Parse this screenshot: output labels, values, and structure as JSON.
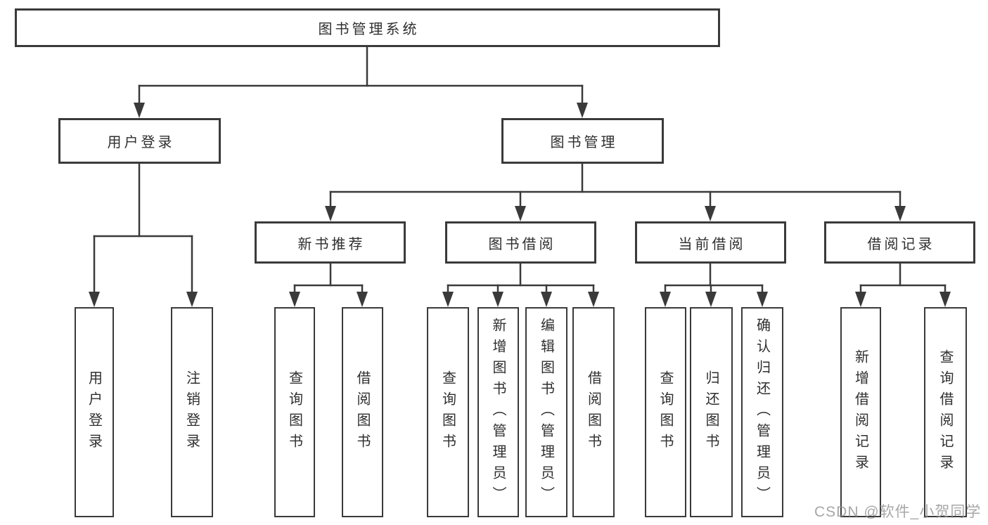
{
  "diagram": {
    "title": "图书管理系统",
    "type": "functional-structure-tree"
  },
  "nodes": {
    "root": {
      "label": "图书管理系统"
    },
    "user_login": {
      "label": "用户登录"
    },
    "book_mgmt": {
      "label": "图书管理"
    },
    "new_book_rec": {
      "label": "新书推荐"
    },
    "book_borrow": {
      "label": "图书借阅"
    },
    "current_borrow": {
      "label": "当前借阅"
    },
    "borrow_records": {
      "label": "借阅记录"
    }
  },
  "leaves": {
    "user_login_child": {
      "label": "用户登录"
    },
    "logout": {
      "label": "注销登录"
    },
    "rec_query_books": {
      "label": "查询图书"
    },
    "rec_borrow_books": {
      "label": "借阅图书"
    },
    "borrow_query_books": {
      "label": "查询图书"
    },
    "borrow_add_books": {
      "label": "新增图书（管理员）"
    },
    "borrow_edit_books": {
      "label": "编辑图书（管理员）"
    },
    "borrow_borrow_books": {
      "label": "借阅图书"
    },
    "current_query_books": {
      "label": "查询图书"
    },
    "current_return_books": {
      "label": "归还图书"
    },
    "current_confirm_return": {
      "label": "确认归还（管理员）"
    },
    "records_add_record": {
      "label": "新增借阅记录"
    },
    "records_query_record": {
      "label": "查询借阅记录"
    }
  },
  "hierarchy": {
    "图书管理系统": {
      "用户登录": [
        "用户登录",
        "注销登录"
      ],
      "图书管理": {
        "新书推荐": [
          "查询图书",
          "借阅图书"
        ],
        "图书借阅": [
          "查询图书",
          "新增图书（管理员）",
          "编辑图书（管理员）",
          "借阅图书"
        ],
        "当前借阅": [
          "查询图书",
          "归还图书",
          "确认归还（管理员）"
        ],
        "借阅记录": [
          "新增借阅记录",
          "查询借阅记录"
        ]
      }
    }
  },
  "watermark": {
    "text": "CSDN @软件_小贺同学"
  },
  "colors": {
    "line": "#3a3a3a",
    "text": "#2f2f2f",
    "background": "#ffffff",
    "watermark": "#949494"
  }
}
